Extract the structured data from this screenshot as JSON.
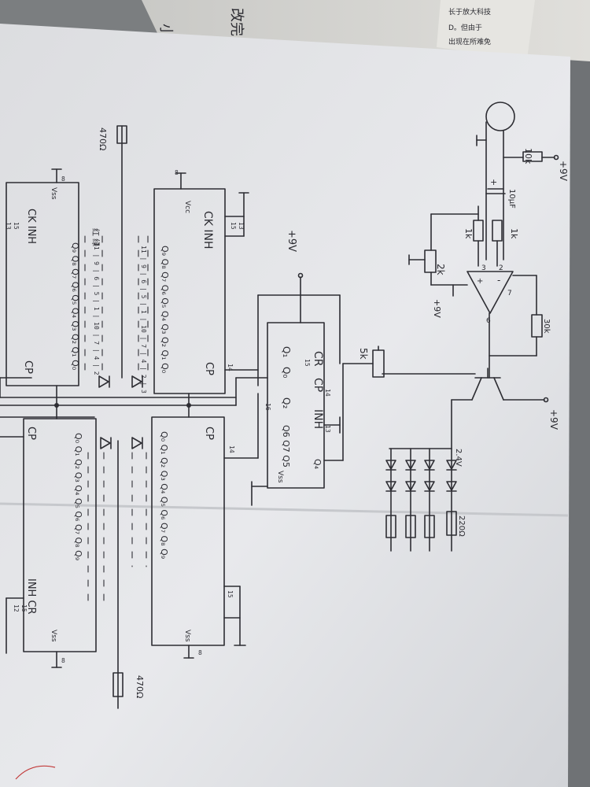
{
  "background_book": {
    "side_text_1": "长于放大科技",
    "side_text_2": "D。但由于",
    "side_text_3": "出现在所难免",
    "margin_note_1": "小猫",
    "margin_note_2": "改完"
  },
  "resistors": {
    "r_top": "10k",
    "r_bias_a": "1k",
    "r_bias_b": "1k",
    "pot_left": "2k",
    "feedback": "30k",
    "trimmer": "5k",
    "r_470_top": "470Ω",
    "r_470_bottom": "470Ω",
    "led_r": "220Ω"
  },
  "capacitors": {
    "c_main": "10μF",
    "c_plus": "+"
  },
  "power": {
    "vcc_top": "+9V",
    "vcc_amp": "+9V",
    "vcc_counter": "+9V",
    "vcc_transistor": "+9V"
  },
  "opamp": {
    "pin3": "3",
    "pin2": "2",
    "pin6": "6",
    "pin7": "7",
    "minus": "-",
    "plus": "+"
  },
  "zener": {
    "label": "2.4V"
  },
  "ic_center": {
    "cr": "CR",
    "cp": "CP",
    "inh": "INH",
    "q1": "Q₁",
    "q0": "Q₀",
    "q2": "Q₂",
    "q6q7q5": "Q6 Q7 Q5",
    "q4": "Q₄",
    "vss": "Vss",
    "pin15": "15",
    "pin14": "14",
    "pin13": "13",
    "pin16": "16"
  },
  "ic_upper": {
    "title": "CK INH",
    "cp": "CP",
    "vcc": "Vcc",
    "outputs": "Q₉ Q₈ Q₇ Q₆ Q₅ Q₄ Q₃ Q₂ Q₁ Q₀",
    "pins": "11 | 9 | 6 | 5 | 1 | 10 | 7 | 4 | 2 | 3",
    "pin8": "8",
    "pin15": "15",
    "pin13": "13",
    "pin14": "14"
  },
  "ic_lower_upper": {
    "cp": "CP",
    "outputs": "Q₀ Q₁ Q₂ Q₃ Q₄ Q₅ Q₆ Q₇ Q₈ Q₉",
    "vss": "Vss",
    "pin8": "8",
    "pin15": "15",
    "pin14": "14"
  },
  "ic_left_top": {
    "title": "CK INH",
    "cp": "CP",
    "vss": "Vss",
    "outputs": "Q₉ Q₈ Q₇ Q₆ Q₅ Q₄ Q₃ Q₂ Q₁ Q₀",
    "pins": "11 | 9 | 6 | 5 | 1 | 10 | 7 | 4 | 2",
    "pin8": "8",
    "pin15": "15",
    "pin13": "13"
  },
  "ic_left_bottom": {
    "title": "INH CR",
    "cp": "CP",
    "vss": "Vss",
    "outputs": "Q₀ Q₁ Q₂ Q₃ Q₄ Q₅ Q₆ Q₇ Q₈ Q₉",
    "pin8": "8",
    "pin12": "12",
    "pin15": "15"
  },
  "led_note": "红 绿"
}
